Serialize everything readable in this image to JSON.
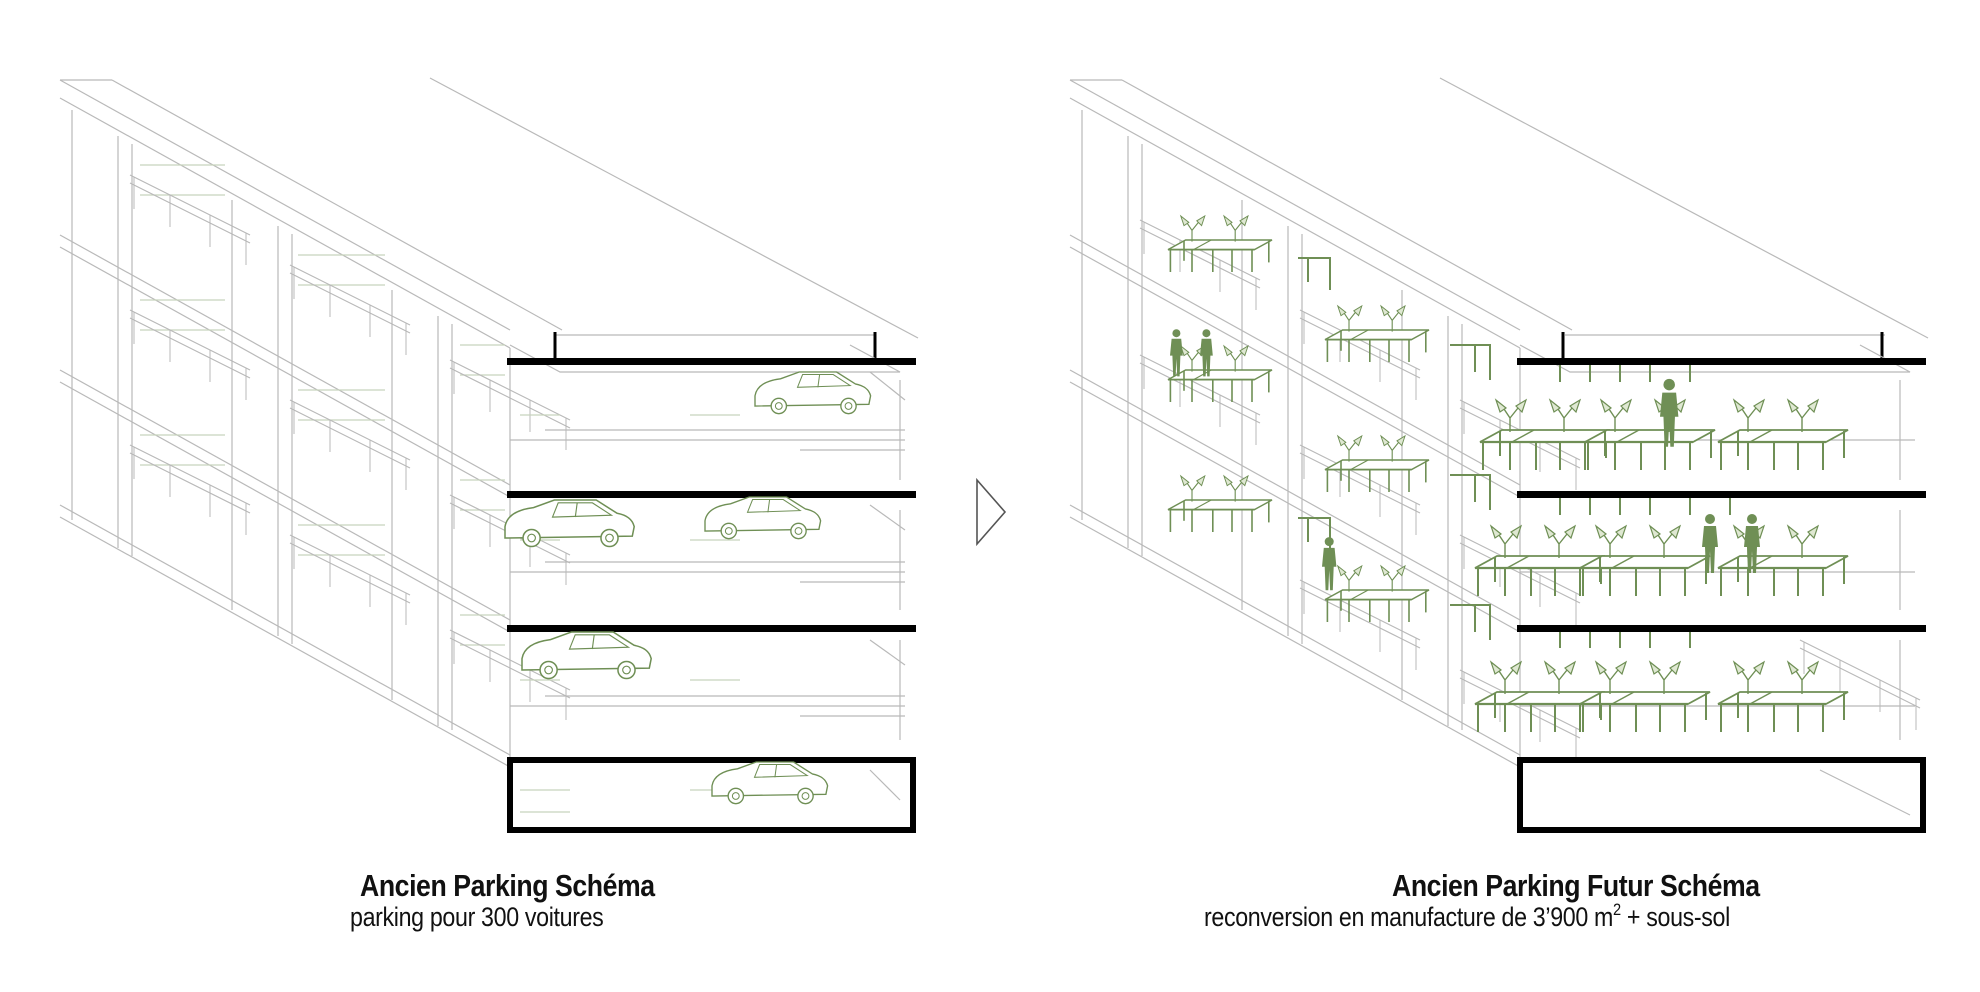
{
  "left_panel": {
    "title": "Ancien Parking Schéma",
    "subtitle": "parking pour 300 voitures"
  },
  "right_panel": {
    "title": "Ancien Parking Futur Schéma",
    "subtitle_before": "reconversion en manufacture de 3’900 m",
    "subtitle_sup": "2",
    "subtitle_after": " + sous-sol"
  },
  "colors": {
    "line": "#b9b9b9",
    "slab": "#000000",
    "accent_green": "#6f8f55",
    "fill_green": "#dfe8d2"
  },
  "icons": [
    "car-icon",
    "person-icon",
    "workbench-icon",
    "lamp-icon",
    "arrow-right-icon"
  ]
}
